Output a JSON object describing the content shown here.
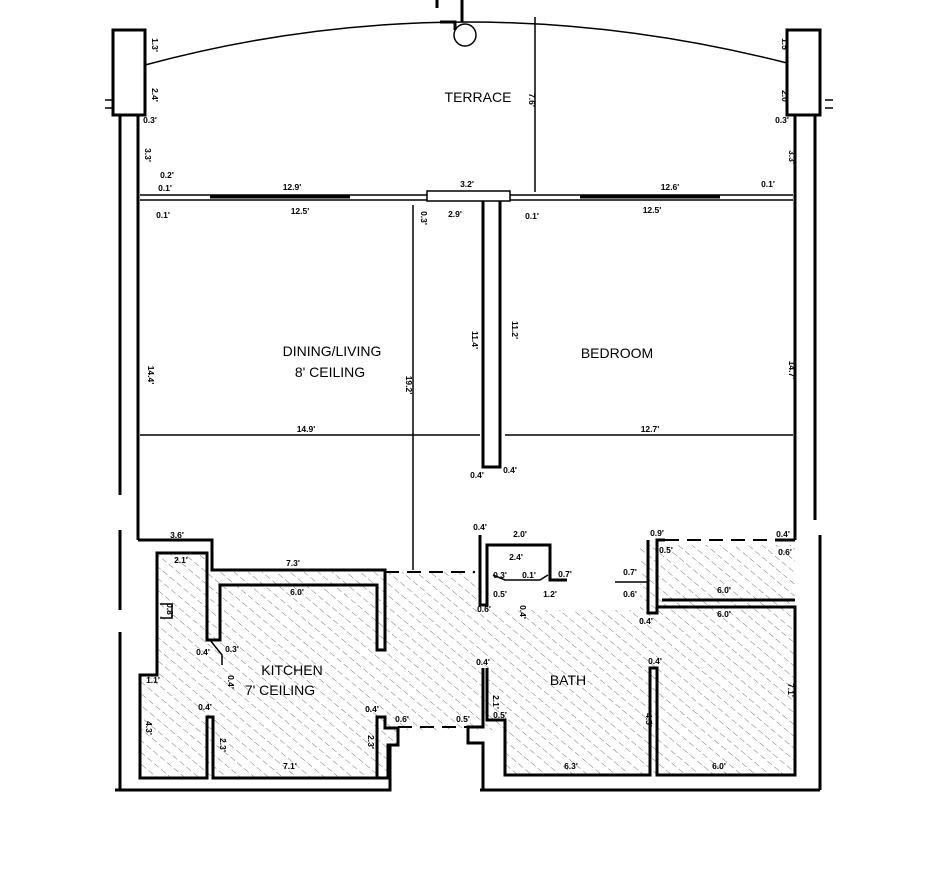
{
  "rooms": {
    "terrace": "TERRACE",
    "dining": "DINING/LIVING",
    "dining_ceiling": "8' CEILING",
    "bedroom": "BEDROOM",
    "kitchen": "KITCHEN",
    "kitchen_ceiling": "7' CEILING",
    "bath": "BATH"
  },
  "dimensions": [
    "1.3'",
    "2.4'",
    "0.3'",
    "3.3'",
    "0.2'",
    "0.1'",
    "0.1'",
    "12.9'",
    "12.5'",
    "3.2'",
    "2.9'",
    "0.3'",
    "7.6'",
    "0.1'",
    "12.6'",
    "12.5'",
    "0.1'",
    "3.3'",
    "0.3'",
    "2.0'",
    "1.5'",
    "14.4'",
    "19.2'",
    "11.4'",
    "11.2'",
    "14.9'",
    "12.7'",
    "14.7'",
    "0.4'",
    "0.4'",
    "3.6'",
    "2.1'",
    "7.3'",
    "6.0'",
    "0.8'",
    "0.4'",
    "0.3'",
    "0.4'",
    "1.1'",
    "4.3'",
    "0.4'",
    "2.3'",
    "7.1'",
    "0.4'",
    "2.3'",
    "0.6'",
    "0.5'",
    "0.4'",
    "2.0'",
    "2.4'",
    "0.3'",
    "0.1'",
    "0.7'",
    "0.5'",
    "1.2'",
    "0.6'",
    "0.4'",
    "0.9'",
    "0.5'",
    "0.4'",
    "0.6'",
    "6.0'",
    "6.0'",
    "0.7'",
    "0.6'",
    "0.4'",
    "0.4'",
    "0.4'",
    "2.1'",
    "0.5'",
    "6.3'",
    "4.5'",
    "6.0'",
    "7.1'"
  ],
  "colors": {
    "line": "#000000",
    "background": "#ffffff"
  }
}
